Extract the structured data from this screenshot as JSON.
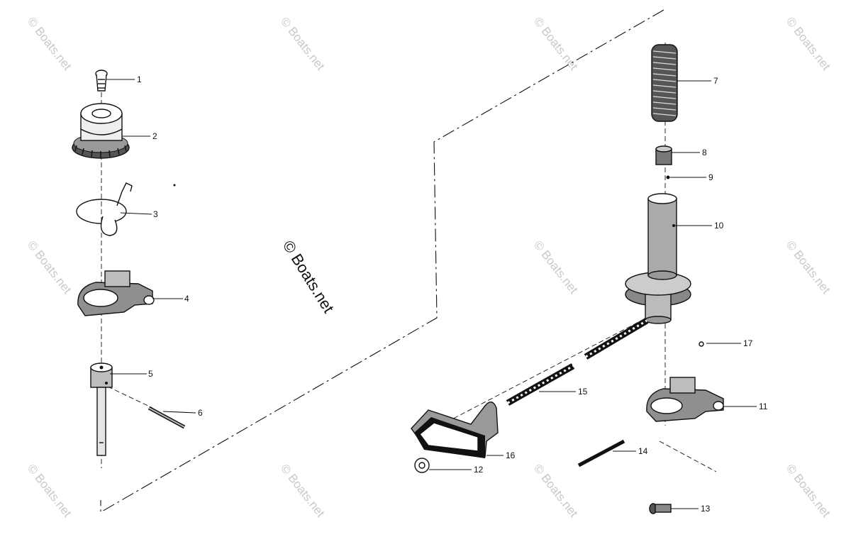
{
  "watermarks": {
    "center": "© Boats.net",
    "tile": "© Boats.net"
  },
  "callouts": {
    "c1": "1",
    "c2": "2",
    "c3": "3",
    "c4": "4",
    "c5": "5",
    "c6": "6",
    "c7": "7",
    "c8": "8",
    "c9": "9",
    "c10": "10",
    "c11": "11",
    "c12": "12",
    "c13": "13",
    "c14": "14",
    "c15": "15",
    "c16": "16",
    "c17": "17"
  }
}
